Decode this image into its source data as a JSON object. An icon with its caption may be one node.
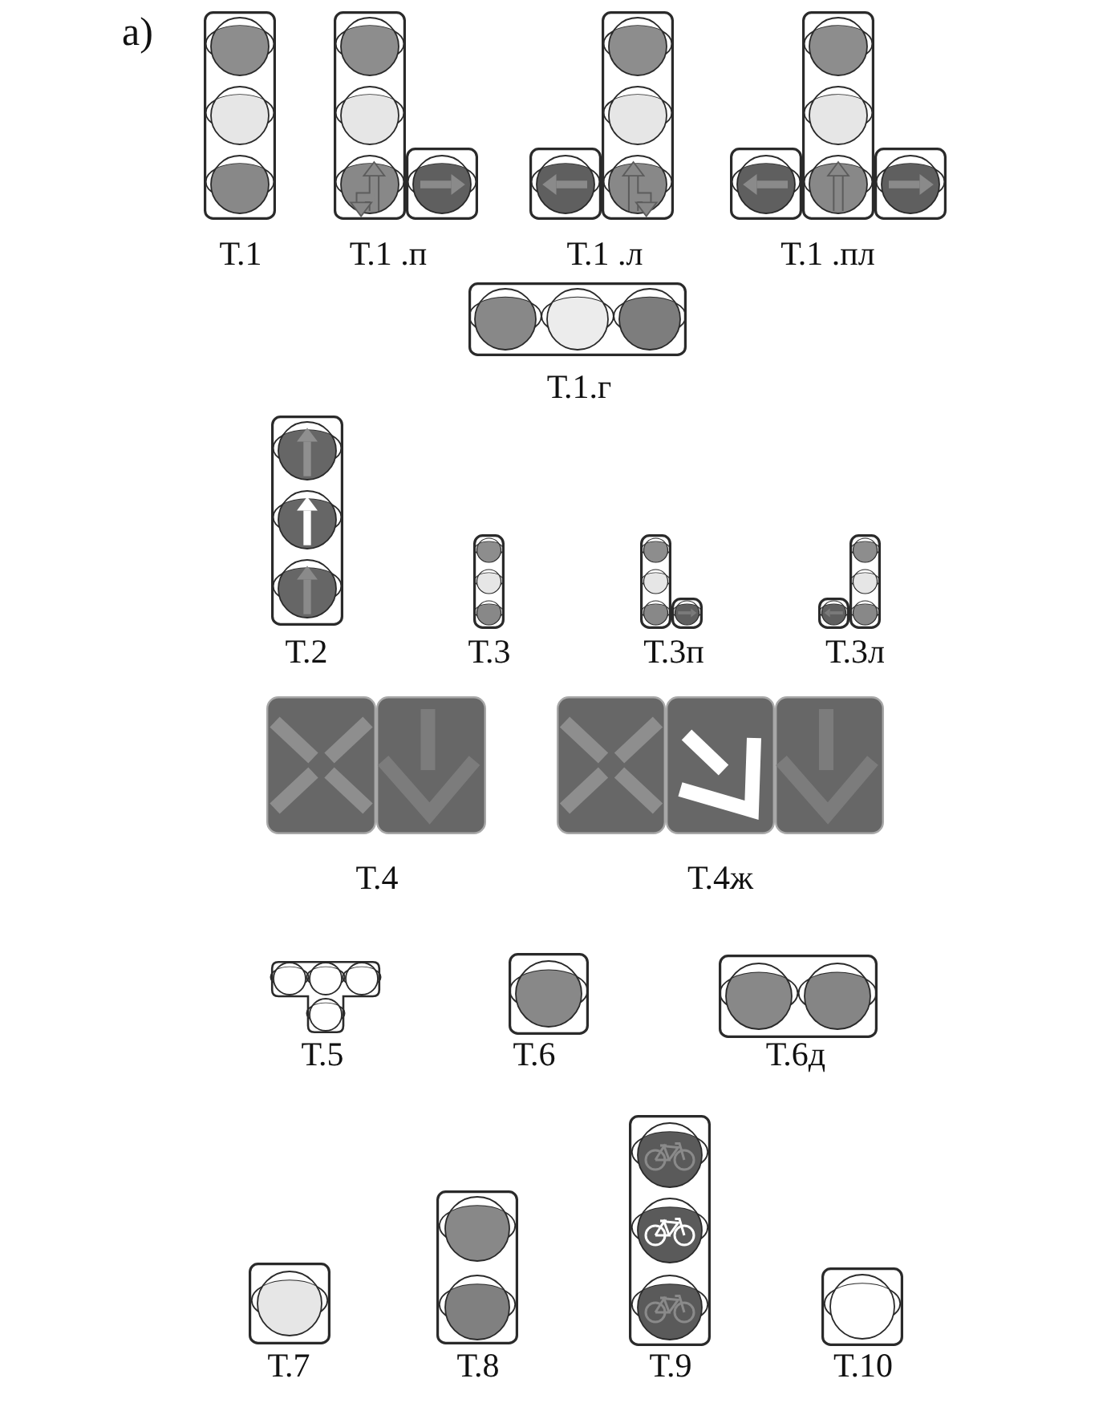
{
  "diagram": {
    "labels": [
      "а)",
      "Т.1",
      "Т.1 .п",
      "Т.1 .л",
      "Т.1 .пл",
      "Т.1.г",
      "Т.2",
      "Т.3",
      "Т.3п",
      "Т.3л",
      "Т.4",
      "Т.4ж",
      "Т.5",
      "Т.6",
      "Т.6д",
      "Т.7",
      "Т.8",
      "Т.9",
      "Т.10"
    ]
  }
}
